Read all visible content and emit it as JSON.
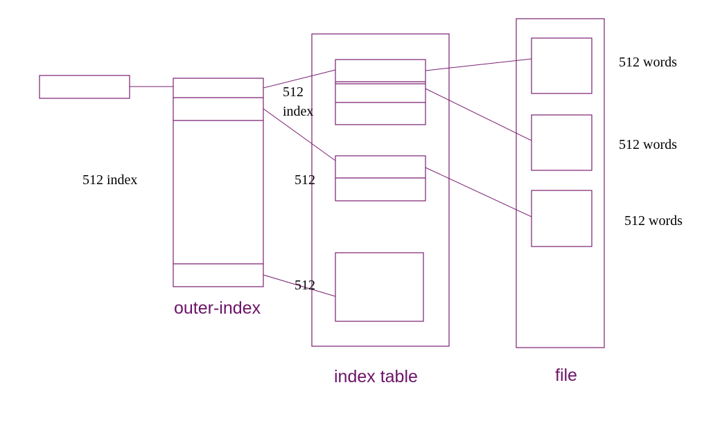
{
  "labels": {
    "outer_count": "512 index",
    "block1_top": "512",
    "block1_bottom": "index",
    "block2": "512",
    "block3": "512",
    "words1": "512 words",
    "words2": "512 words",
    "words3": "512 words",
    "outer_title": "outer-index",
    "table_title": "index table",
    "file_title": "file"
  },
  "colors": {
    "stroke": "#7a1f72",
    "title": "#6b1468"
  }
}
